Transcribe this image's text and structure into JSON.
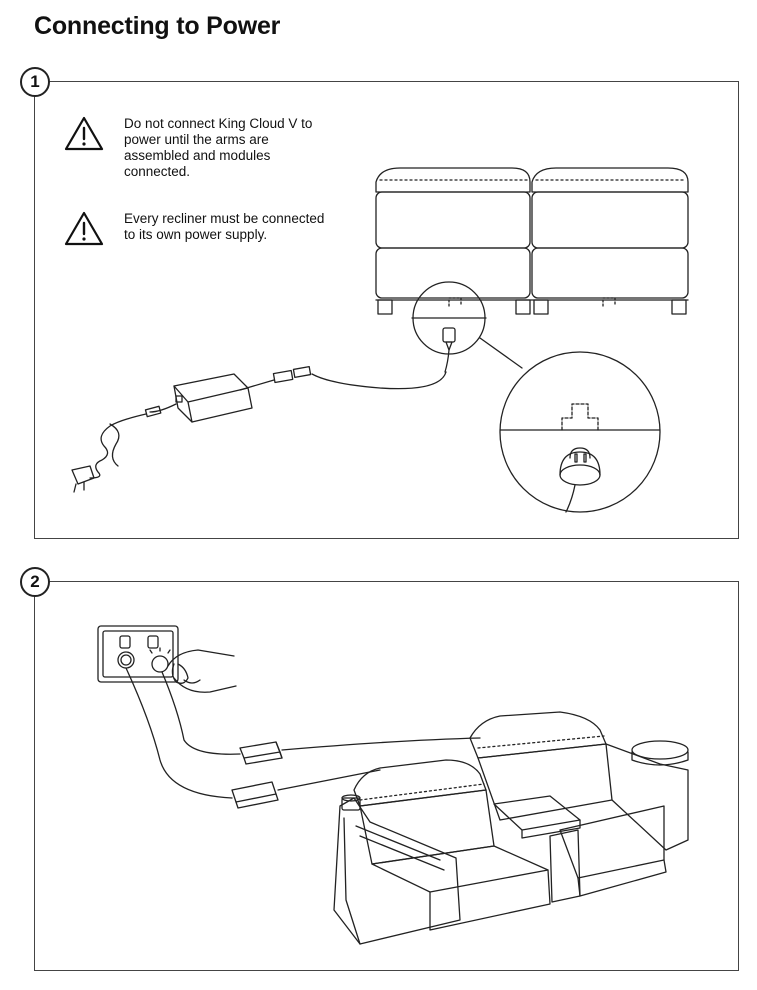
{
  "page": {
    "title": "Connecting to Power"
  },
  "steps": [
    {
      "number": "1",
      "warnings": [
        {
          "icon": "warning-triangle-icon",
          "text": "Do not connect King Cloud V to power until the arms are assembled and modules connected."
        },
        {
          "icon": "warning-triangle-icon",
          "text": "Every recliner must be connected to its own power supply."
        }
      ]
    },
    {
      "number": "2"
    }
  ]
}
